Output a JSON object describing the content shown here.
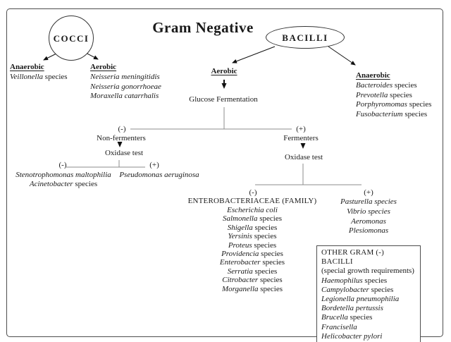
{
  "title": "Gram Negative",
  "signs": {
    "neg": "(-)",
    "pos": "(+)"
  },
  "cocci": {
    "label": "COCCI",
    "anaerobic": {
      "header": "Anaerobic",
      "items": [
        "*Veillonella* species"
      ]
    },
    "aerobic": {
      "header": "Aerobic",
      "items": [
        "*Neisseria meningitidis*",
        "*Neisseria gonorrhoeae*",
        "*Moraxella catarrhalis*"
      ]
    }
  },
  "bacilli": {
    "label": "BACILLI",
    "aerobic_header": "Aerobic",
    "glucose_label": "Glucose Fermentation",
    "anaerobic": {
      "header": "Anaerobic",
      "items": [
        "*Bacteroides* species",
        "*Prevotella* species",
        "*Porphyromomas* species",
        "*Fusobacterium* species"
      ]
    },
    "neg_branch": {
      "sign": "(-)",
      "label": "Non-fermenters",
      "oxidase_label": "Oxidase test",
      "neg": {
        "sign": "(-)",
        "items": [
          "*Stenotrophomonas maltophilia*",
          "*Acinetobacter* species"
        ]
      },
      "pos": {
        "sign": "(+)",
        "items": [
          "*Pseudomonas aeruginosa*"
        ]
      }
    },
    "pos_branch": {
      "sign": "(+)",
      "label": "Fermenters",
      "oxidase_label": "Oxidase test",
      "neg": {
        "sign": "(-)",
        "header": "ENTEROBACTERIACEAE (FAMILY)",
        "items": [
          "*Escherichia coli*",
          "*Salmonella* species",
          "*Shigella* species",
          "*Yersinis* species",
          "*Proteus* species",
          "*Providencia* species",
          "*Enterobacter* species",
          "*Serratia* species",
          "*Citrobacter* species",
          "*Morganella* species"
        ]
      },
      "pos": {
        "sign": "(+)",
        "items": [
          "*Pasturella species*",
          "*Vibrio species*",
          "*Aeromonas*",
          "*Plesiomonas*"
        ]
      }
    }
  },
  "other_box": {
    "title": "OTHER GRAM (-) BACILLI",
    "subtitle": "(special growth requirements)",
    "items": [
      "*Haemophilus* species",
      "*Campylobacter* species",
      "*Legionella pneumophilia*",
      "*Bordetella pertussis*",
      "*Brucella* species",
      "*Francisella*",
      "*Helicobacter pylori*"
    ]
  },
  "colors": {
    "line_gray": "#8c8c8c",
    "ink": "#1a1a1a",
    "border": "#4d4d4d"
  }
}
